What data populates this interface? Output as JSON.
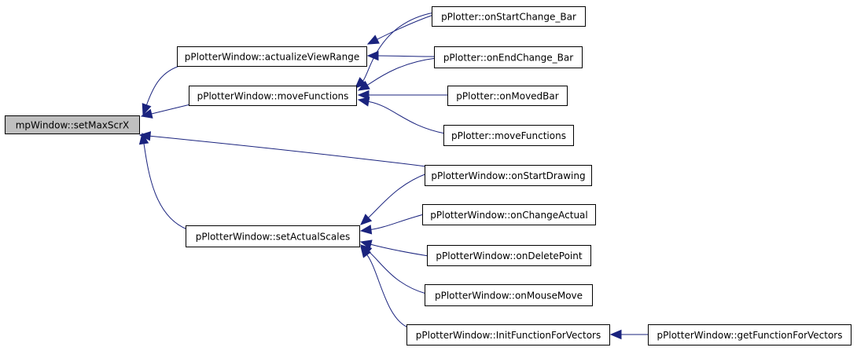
{
  "diagram": {
    "colors": {
      "edge": "#1a237e",
      "root_fill": "#bfbfbf",
      "node_fill": "#ffffff",
      "border": "#000000"
    },
    "nodes": [
      {
        "id": "root",
        "label": "mpWindow::setMaxScrX",
        "root": true
      },
      {
        "id": "avr",
        "label": "pPlotterWindow::actualizeViewRange"
      },
      {
        "id": "mf",
        "label": "pPlotterWindow::moveFunctions"
      },
      {
        "id": "sas",
        "label": "pPlotterWindow::setActualScales"
      },
      {
        "id": "oscb",
        "label": "pPlotter::onStartChange_Bar"
      },
      {
        "id": "oecb",
        "label": "pPlotter::onEndChange_Bar"
      },
      {
        "id": "omb",
        "label": "pPlotter::onMovedBar"
      },
      {
        "id": "pmf",
        "label": "pPlotter::moveFunctions"
      },
      {
        "id": "osd",
        "label": "pPlotterWindow::onStartDrawing"
      },
      {
        "id": "oca",
        "label": "pPlotterWindow::onChangeActual"
      },
      {
        "id": "odp",
        "label": "pPlotterWindow::onDeletePoint"
      },
      {
        "id": "omm",
        "label": "pPlotterWindow::onMouseMove"
      },
      {
        "id": "iffv",
        "label": "pPlotterWindow::InitFunctionForVectors"
      },
      {
        "id": "gffv",
        "label": "pPlotterWindow::getFunctionForVectors"
      }
    ],
    "edges": [
      {
        "from": "avr",
        "to": "root"
      },
      {
        "from": "mf",
        "to": "root"
      },
      {
        "from": "osd",
        "to": "root"
      },
      {
        "from": "sas",
        "to": "root"
      },
      {
        "from": "oscb",
        "to": "avr"
      },
      {
        "from": "oecb",
        "to": "avr"
      },
      {
        "from": "oscb",
        "to": "mf"
      },
      {
        "from": "oecb",
        "to": "mf"
      },
      {
        "from": "omb",
        "to": "mf"
      },
      {
        "from": "pmf",
        "to": "mf"
      },
      {
        "from": "osd",
        "to": "sas"
      },
      {
        "from": "oca",
        "to": "sas"
      },
      {
        "from": "odp",
        "to": "sas"
      },
      {
        "from": "omm",
        "to": "sas"
      },
      {
        "from": "iffv",
        "to": "sas"
      },
      {
        "from": "gffv",
        "to": "iffv"
      }
    ]
  }
}
